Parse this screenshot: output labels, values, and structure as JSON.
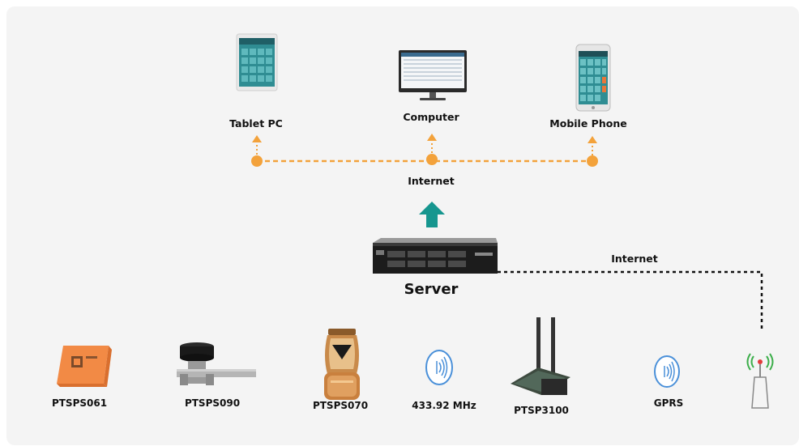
{
  "clients": {
    "tablet": "Tablet PC",
    "computer": "Computer",
    "phone": "Mobile Phone"
  },
  "links": {
    "internet_top": "Internet",
    "internet_right": "Internet"
  },
  "server": "Server",
  "devices": {
    "ptsps061": "PTSPS061",
    "ptsps090": "PTSPS090",
    "ptsps070": "PTSPS070",
    "rf": "433.92 MHz",
    "ptsp3100": "PTSP3100",
    "gprs": "GPRS"
  },
  "colors": {
    "accent_orange": "#f3a23b",
    "arrow_teal": "#16968f",
    "screen_teal": "#2f8d93"
  }
}
